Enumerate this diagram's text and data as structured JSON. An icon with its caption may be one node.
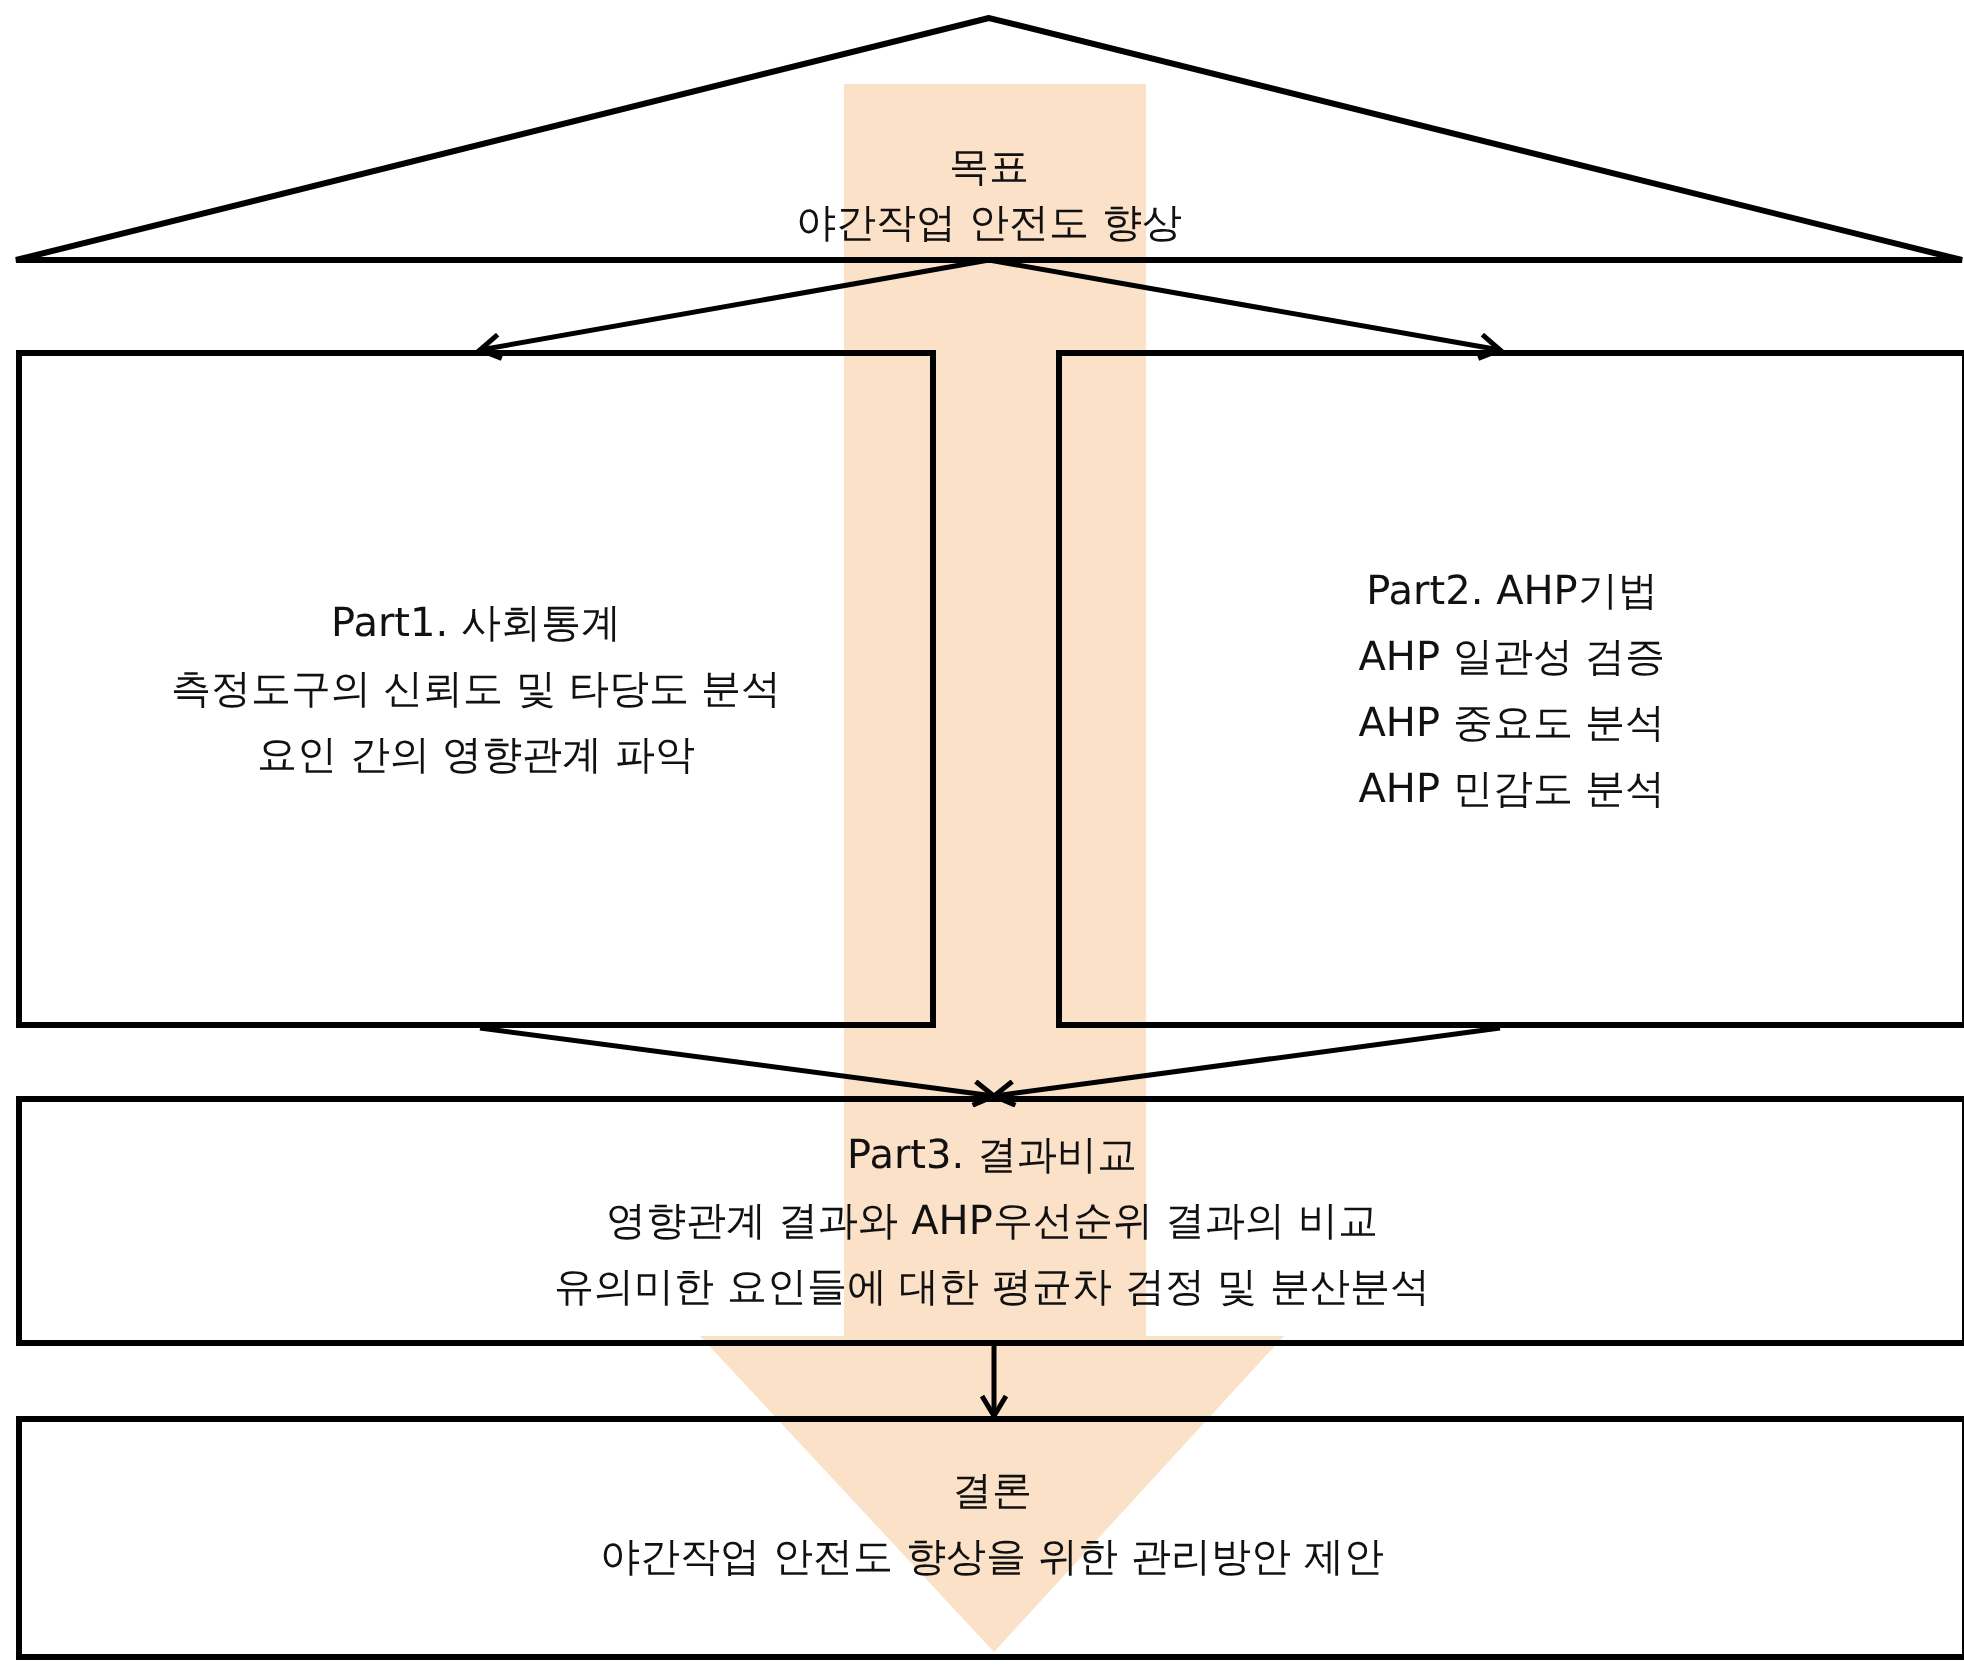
{
  "diagram": {
    "nodes": [
      {
        "text": [
          "목표",
          "야간작업 안전도 향상"
        ]
      },
      {
        "text": [
          "Part1. 사회통계",
          "측정도구의 신뢰도 및 타당도 분석",
          "요인 간의 영향관계 파악"
        ]
      },
      {
        "text": [
          "Part2. AHP기법",
          "AHP 일관성 검증",
          "AHP 중요도 분석",
          "AHP 민감도 분석"
        ]
      },
      {
        "text": [
          "Part3. 결과비교",
          "영향관계 결과와 AHP우선순위 결과의 비교",
          "유의미한 요인들에 대한 평균차 검정 및 분산분석"
        ]
      },
      {
        "text": [
          "결론",
          "야간작업 안전도 향상을 위한 관리방안 제안"
        ]
      }
    ],
    "edges": [
      {
        "from": 0,
        "to": 1,
        "arrow": "to"
      },
      {
        "from": 0,
        "to": 2,
        "arrow": "to"
      },
      {
        "from": 1,
        "to": 3,
        "arrow": "to"
      },
      {
        "from": 2,
        "to": 3,
        "arrow": "to"
      },
      {
        "from": 3,
        "to": 4,
        "arrow": "to"
      },
      {
        "from": 0,
        "to": 4,
        "arrow": "to",
        "style": "thick",
        "color": "#fbd9bc"
      }
    ]
  }
}
